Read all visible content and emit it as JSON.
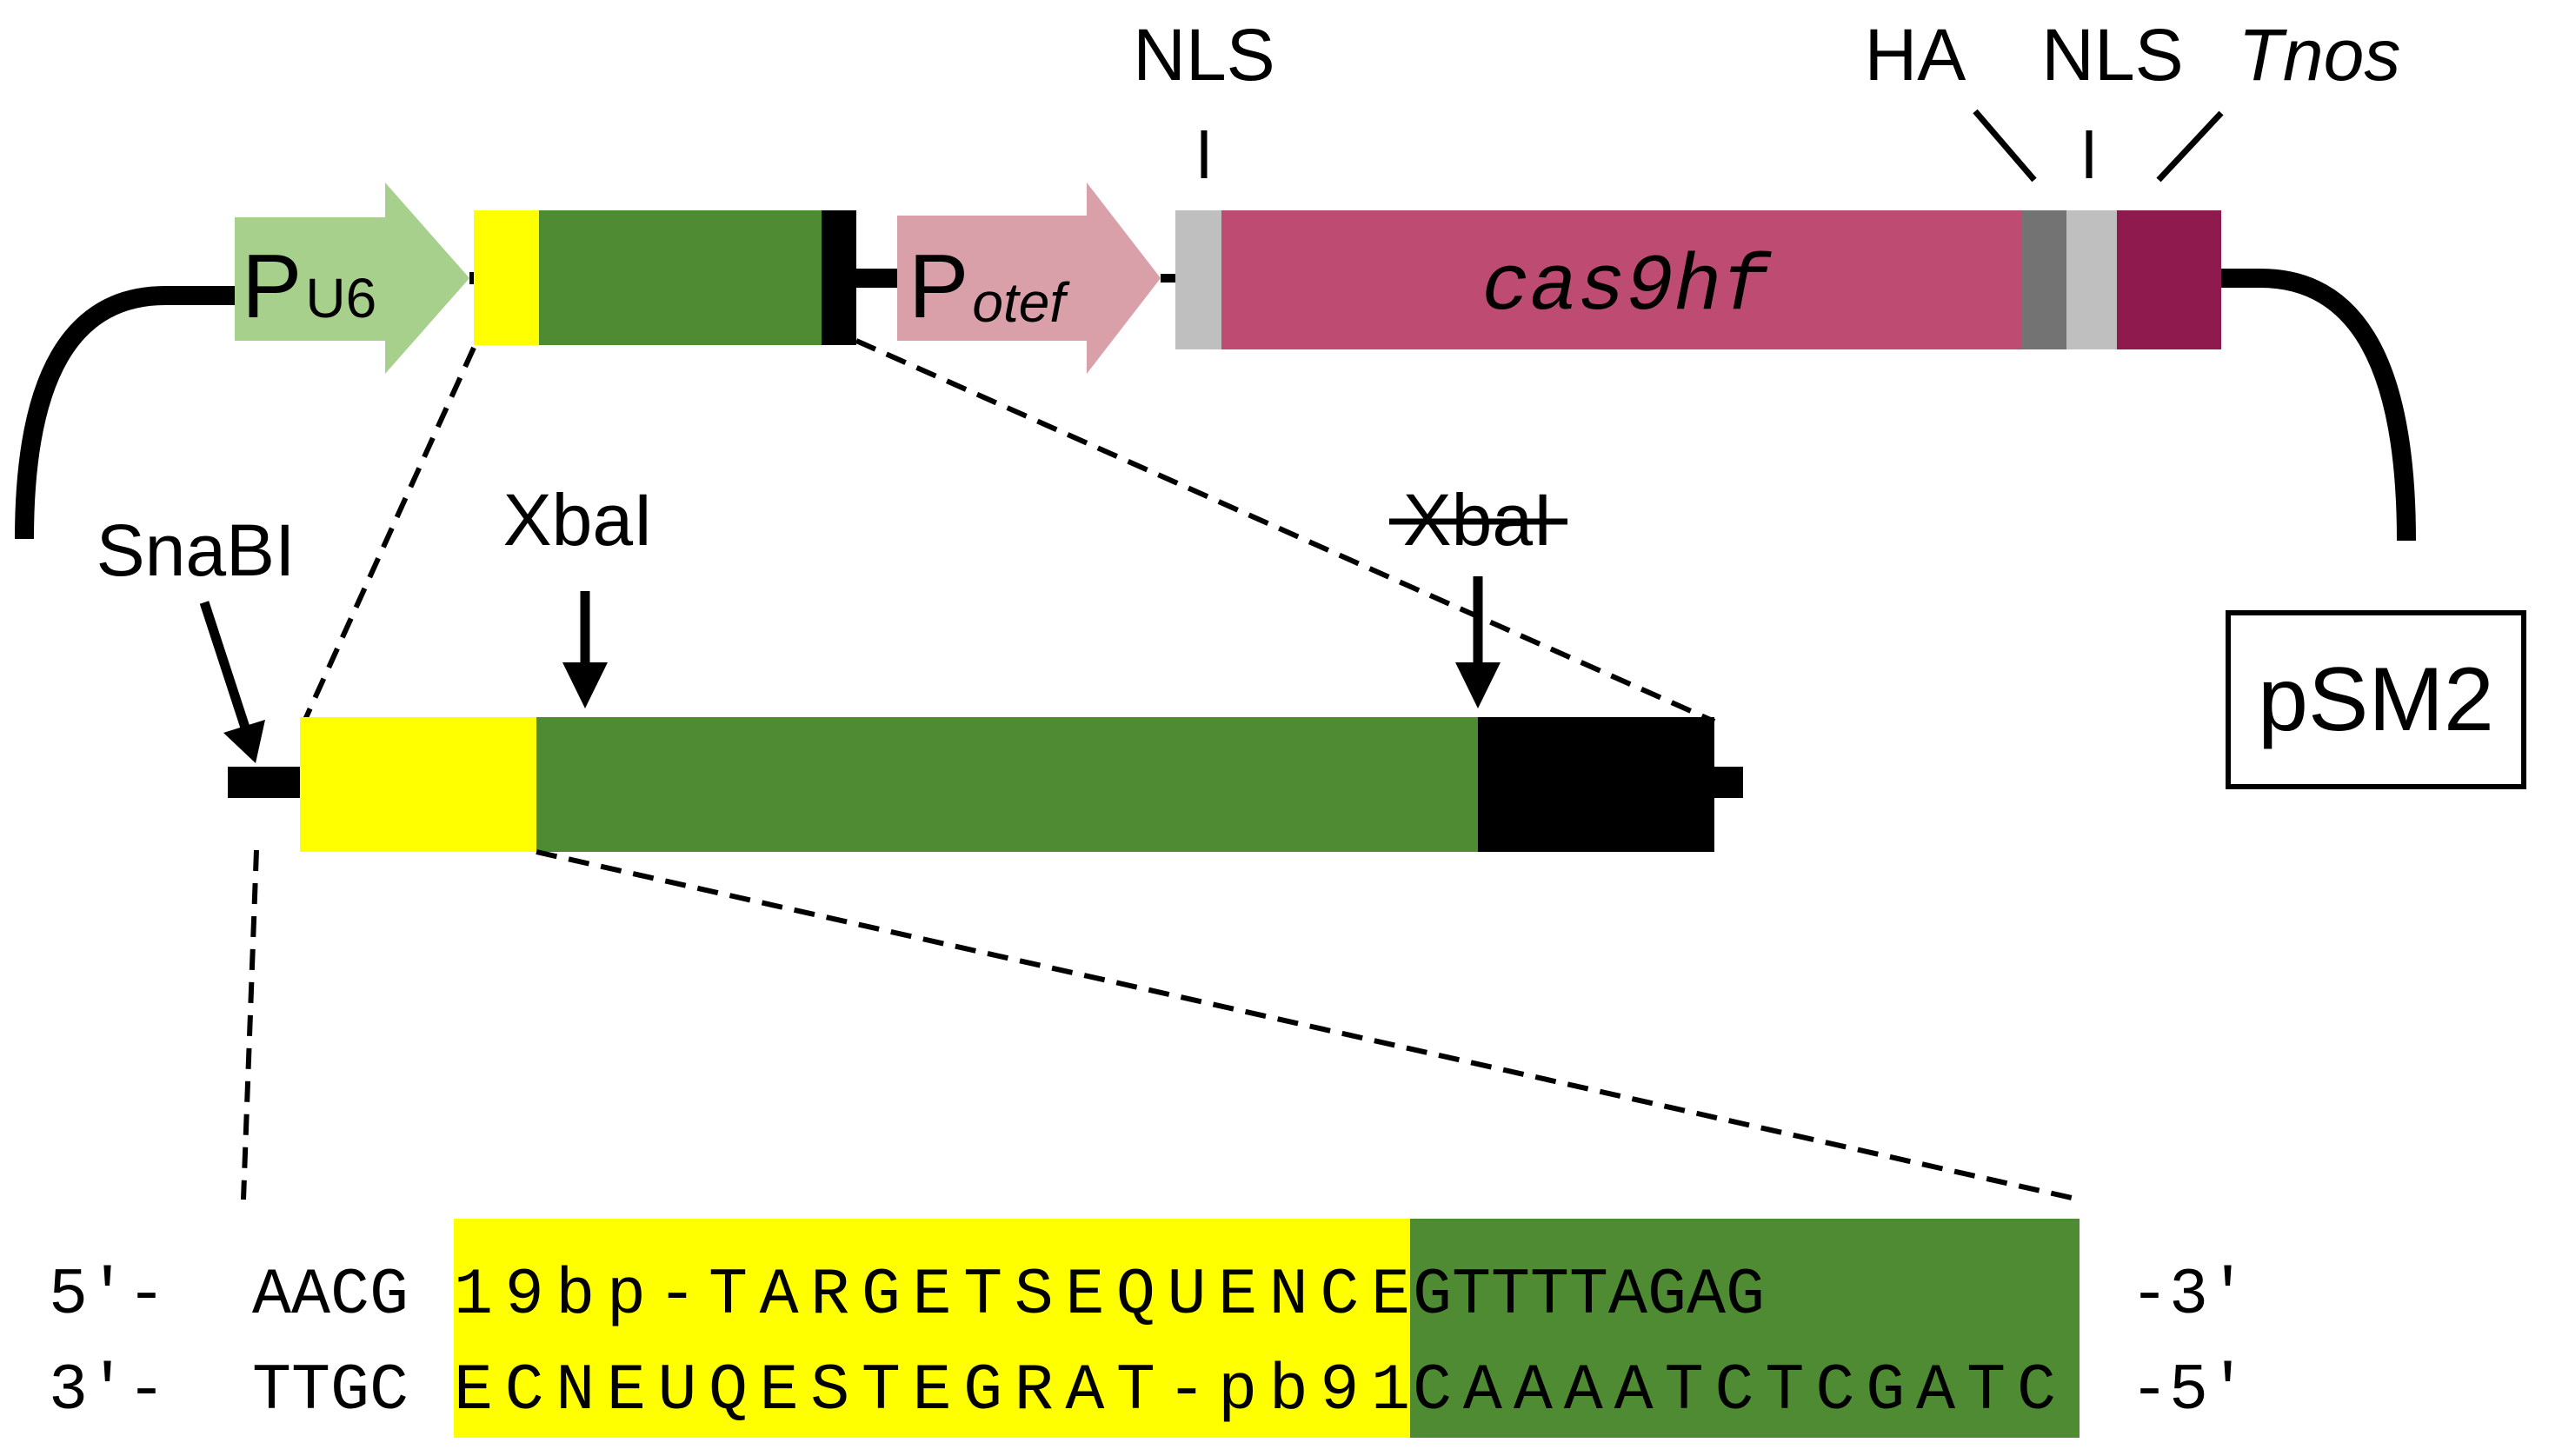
{
  "plasmid_name": "pSM2",
  "promoters": [
    {
      "big": "P",
      "small": "U6",
      "color": "#a8d08d"
    },
    {
      "big": "P",
      "small": "otef",
      "color": "#d9a0aa"
    }
  ],
  "cas9": {
    "label": "cas9hf",
    "color": "#be4b72"
  },
  "top_labels": {
    "nls1": "NLS",
    "ha": "HA",
    "nls2": "NLS",
    "tnos": "Tnos"
  },
  "sites": {
    "snabi": "SnaBI",
    "xbai": "XbaI",
    "xbai_destroyed": "XbaI"
  },
  "colors": {
    "target": "#ffff00",
    "scaffold": "#4f8b32",
    "terminator": "#000000",
    "nls": "#bfbfbf",
    "ha": "#737373",
    "tnos": "#8e1a4e"
  },
  "sequence": {
    "top": {
      "end5": "5'-",
      "prefix": "AACG",
      "target": "19bp-TARGETSEQUENCE",
      "scaffold": "GTTTTAGAG",
      "end3": "-3'"
    },
    "bottom": {
      "end5": "3'-",
      "prefix": "TTGC",
      "target": "ECNEUQESTEGRAT-pb91",
      "scaffold": "CAAAATCTCGATC",
      "end3": "-5'"
    }
  }
}
